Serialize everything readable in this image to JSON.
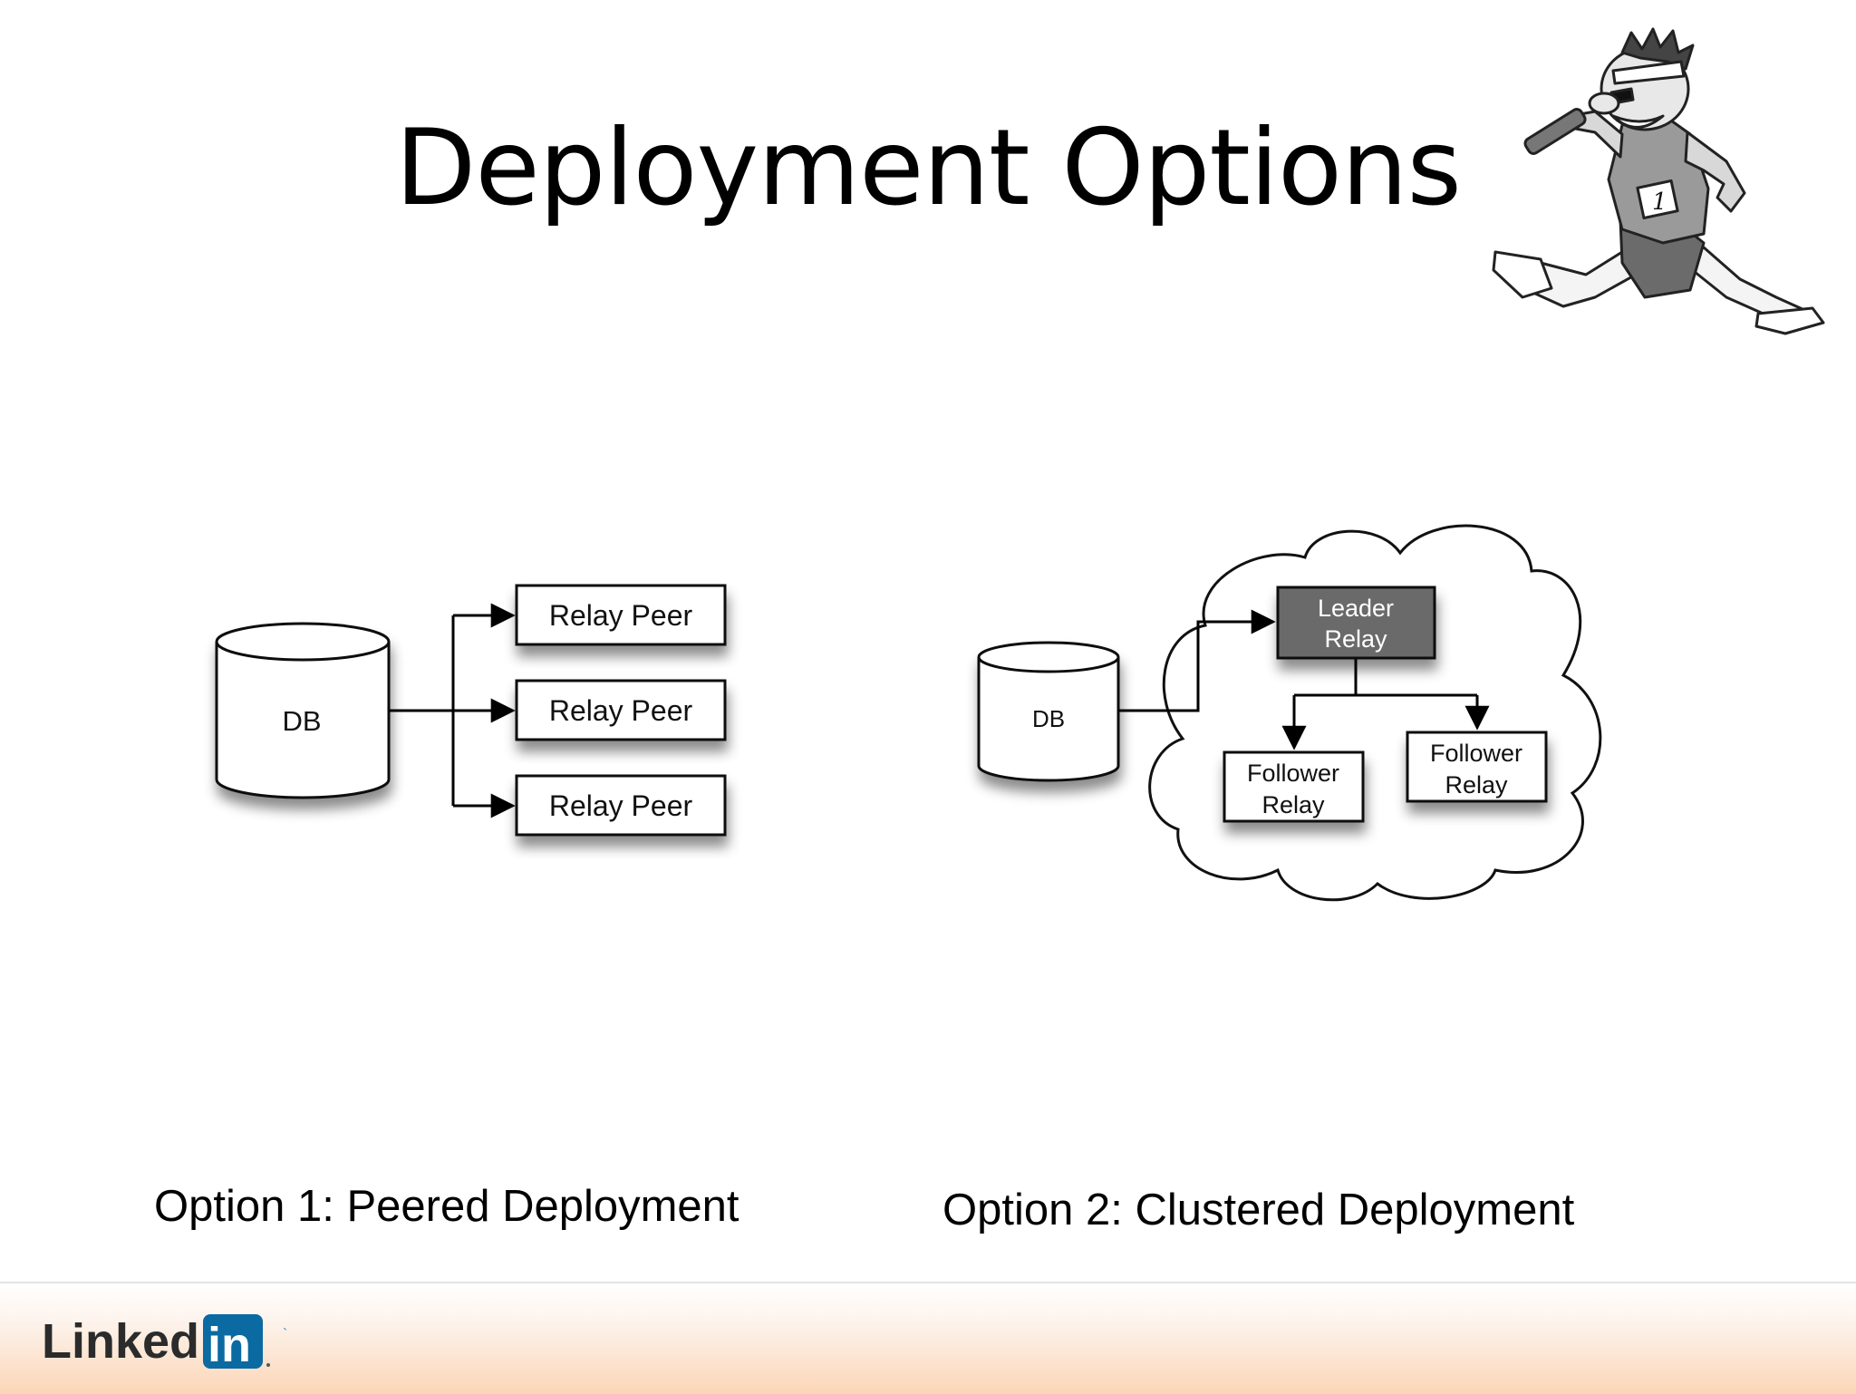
{
  "slide": {
    "title": "Deployment Options"
  },
  "option1": {
    "db_label": "DB",
    "peers": [
      "Relay Peer",
      "Relay Peer",
      "Relay Peer"
    ],
    "caption": "Option 1: Peered Deployment"
  },
  "option2": {
    "db_label": "DB",
    "leader": [
      "Leader",
      "Relay"
    ],
    "followers": [
      [
        "Follower",
        "Relay"
      ],
      [
        "Follower",
        "Relay"
      ]
    ],
    "caption": "Option 2: Clustered Deployment"
  },
  "mascot": {
    "bib_number": "1"
  },
  "footer": {
    "logo_text": "Linked",
    "logo_in": "in",
    "mark": "`",
    "logo_color": "#0a6aa1"
  }
}
